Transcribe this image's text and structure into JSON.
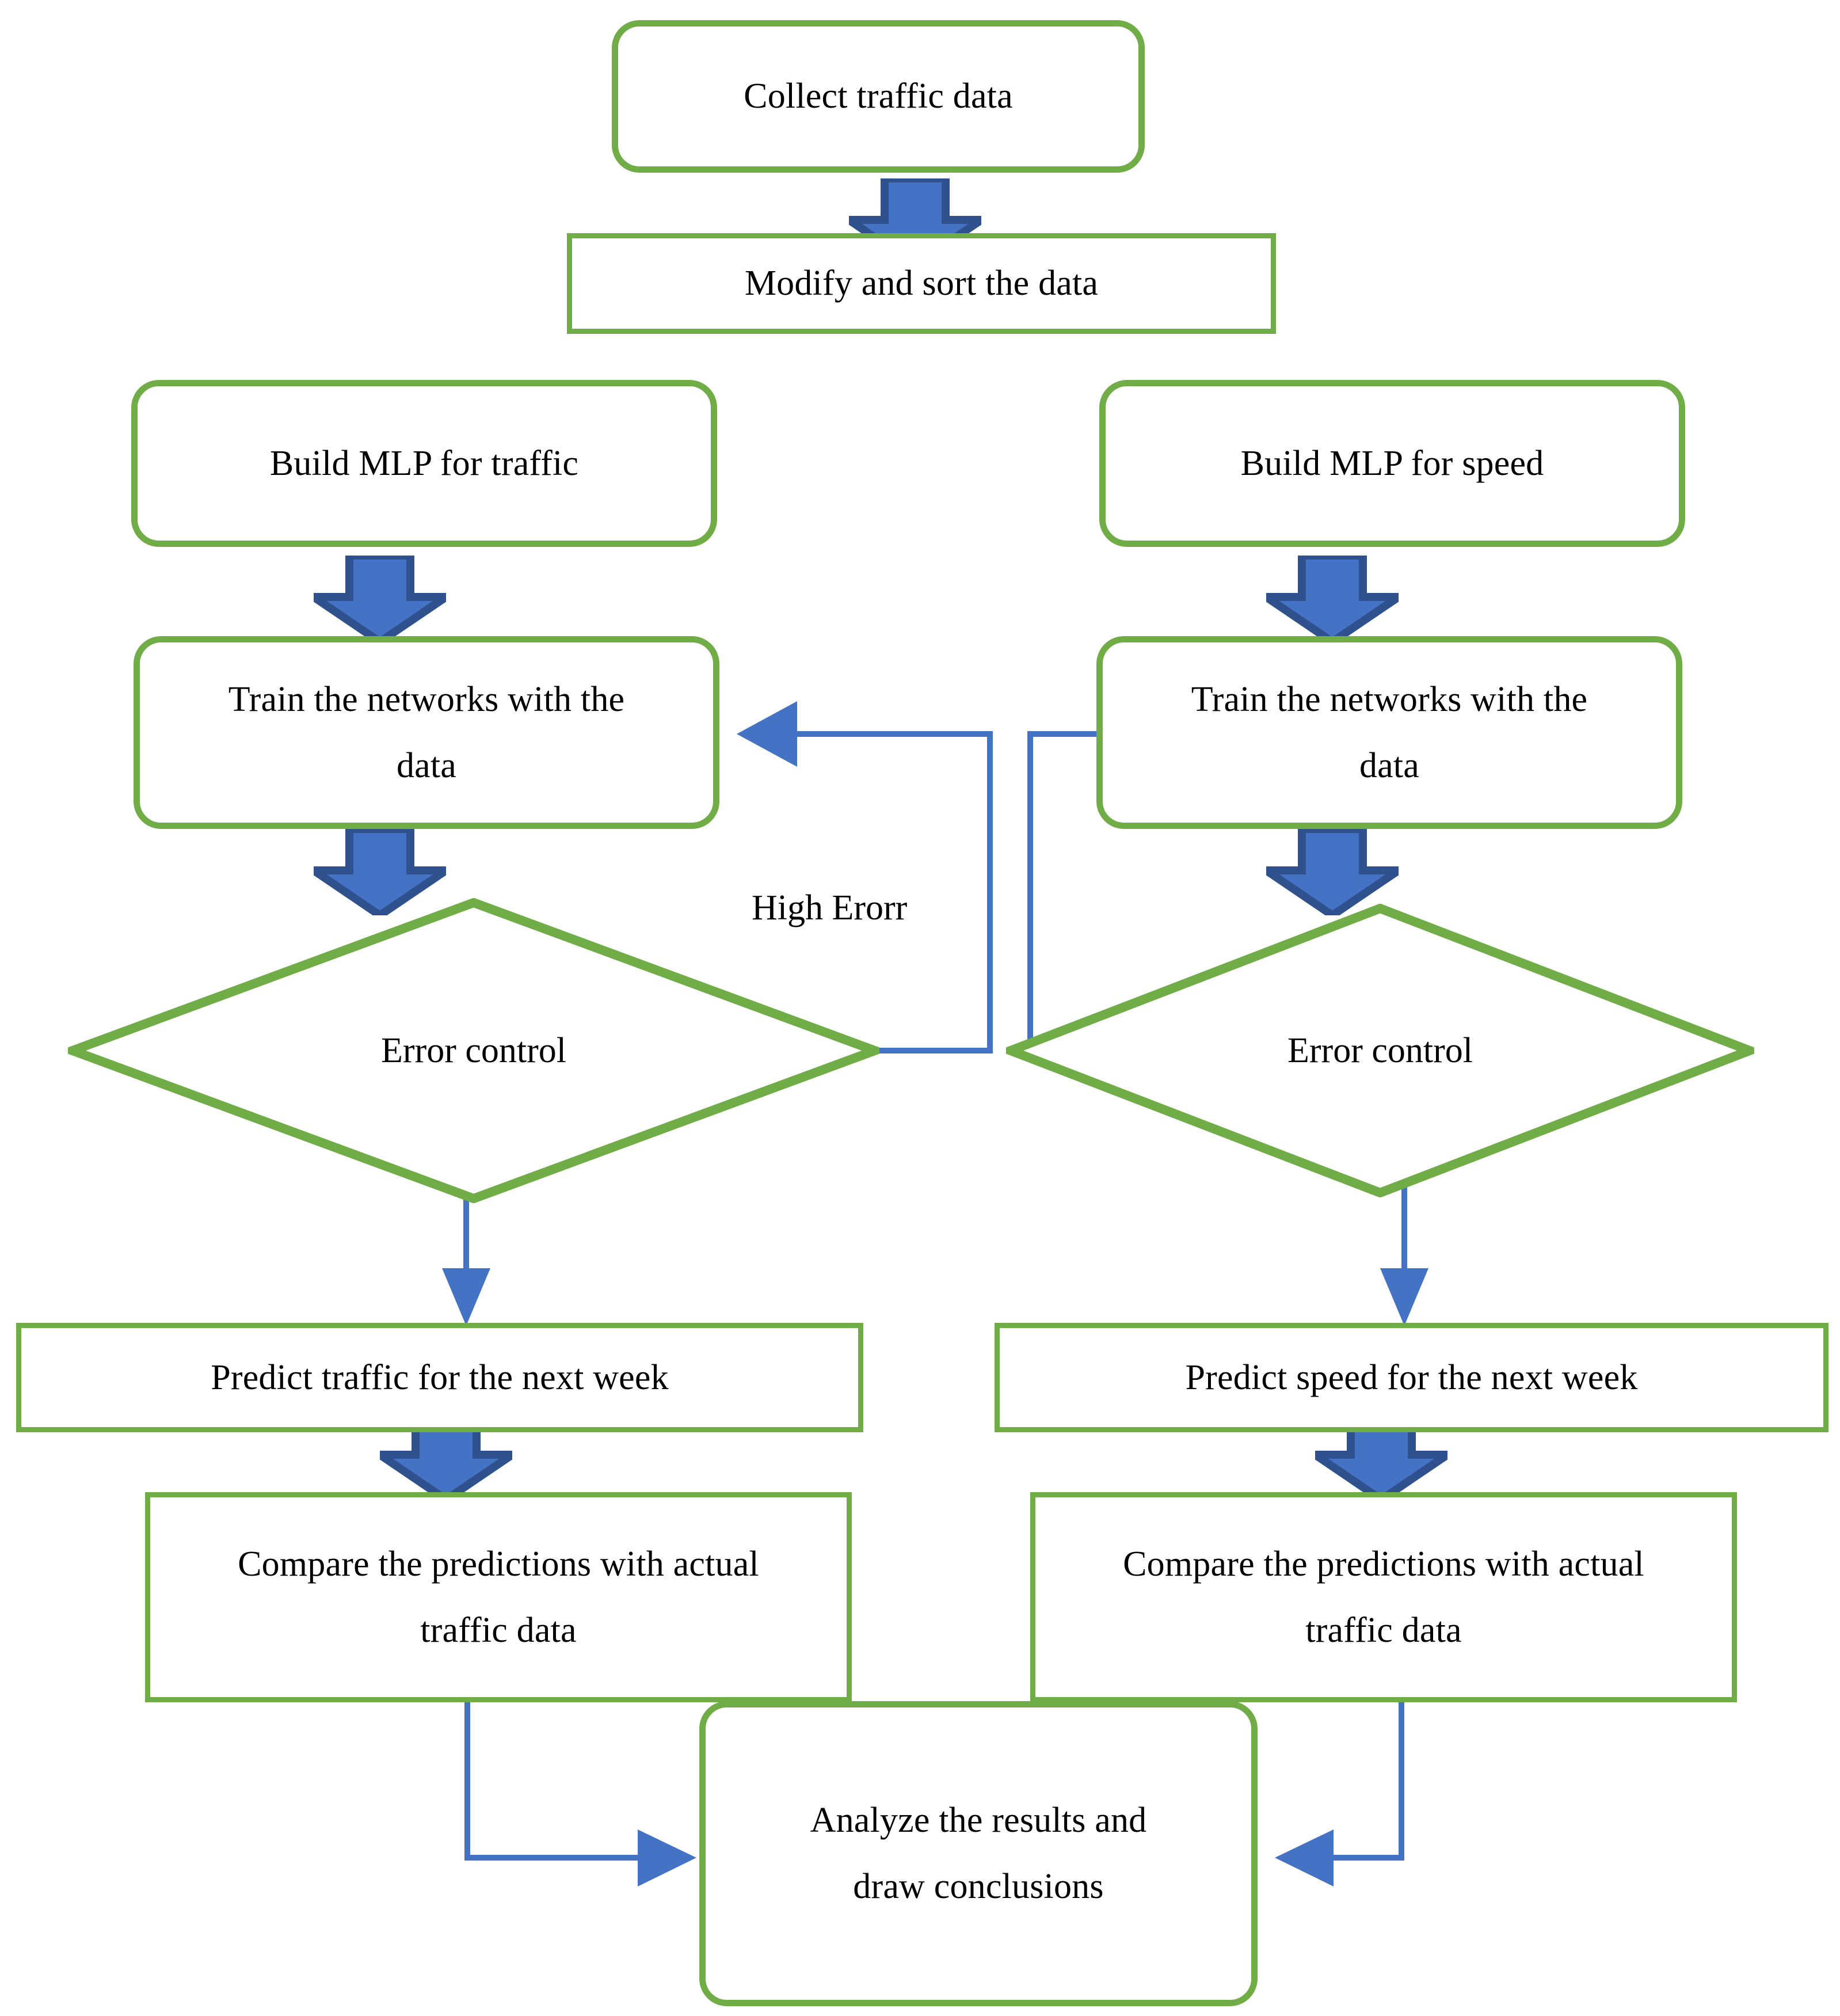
{
  "diagram": {
    "type": "flowchart",
    "title": "MLP traffic and speed prediction workflow",
    "colors": {
      "node_border": "#70AD47",
      "node_fill": "#FFFFFF",
      "block_arrow_fill": "#4472C4",
      "block_arrow_outline": "#2F528F",
      "connector_line": "#4472C4",
      "text": "#000000"
    },
    "nodes": {
      "collect": "Collect traffic data",
      "modify": "Modify and sort the data",
      "build_mlp_traffic": "Build MLP for traffic",
      "build_mlp_speed": "Build MLP for speed",
      "train_traffic_line1": "Train the networks with the",
      "train_traffic_line2": "data",
      "train_speed_line1": "Train the networks with the",
      "train_speed_line2": "data",
      "error_control_left": "Error control",
      "error_control_right": "Error control",
      "predict_traffic": "Predict traffic for the next week",
      "predict_speed": "Predict speed for the next week",
      "compare_traffic_line1": "Compare the predictions with actual",
      "compare_traffic_line2": "traffic data",
      "compare_speed_line1": "Compare the predictions with actual",
      "compare_speed_line2": "traffic data",
      "analyze_line1": "Analyze the results and",
      "analyze_line2": "draw conclusions"
    },
    "edge_labels": {
      "high_error": "High Erorr"
    }
  }
}
